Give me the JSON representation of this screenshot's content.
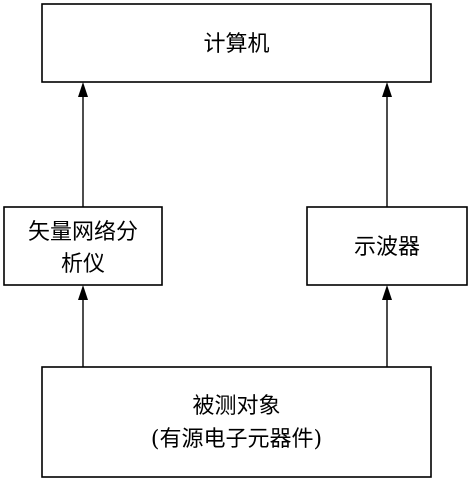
{
  "nodes": {
    "computer": {
      "label": "计算机"
    },
    "vna": {
      "label_line1": "矢量网络分",
      "label_line2": "析仪"
    },
    "oscilloscope": {
      "label": "示波器"
    },
    "dut": {
      "label_line1": "被测对象",
      "label_line2": "(有源电子元器件)"
    }
  },
  "edges": [
    {
      "from": "dut",
      "to": "vna"
    },
    {
      "from": "dut",
      "to": "oscilloscope"
    },
    {
      "from": "vna",
      "to": "computer"
    },
    {
      "from": "oscilloscope",
      "to": "computer"
    }
  ]
}
